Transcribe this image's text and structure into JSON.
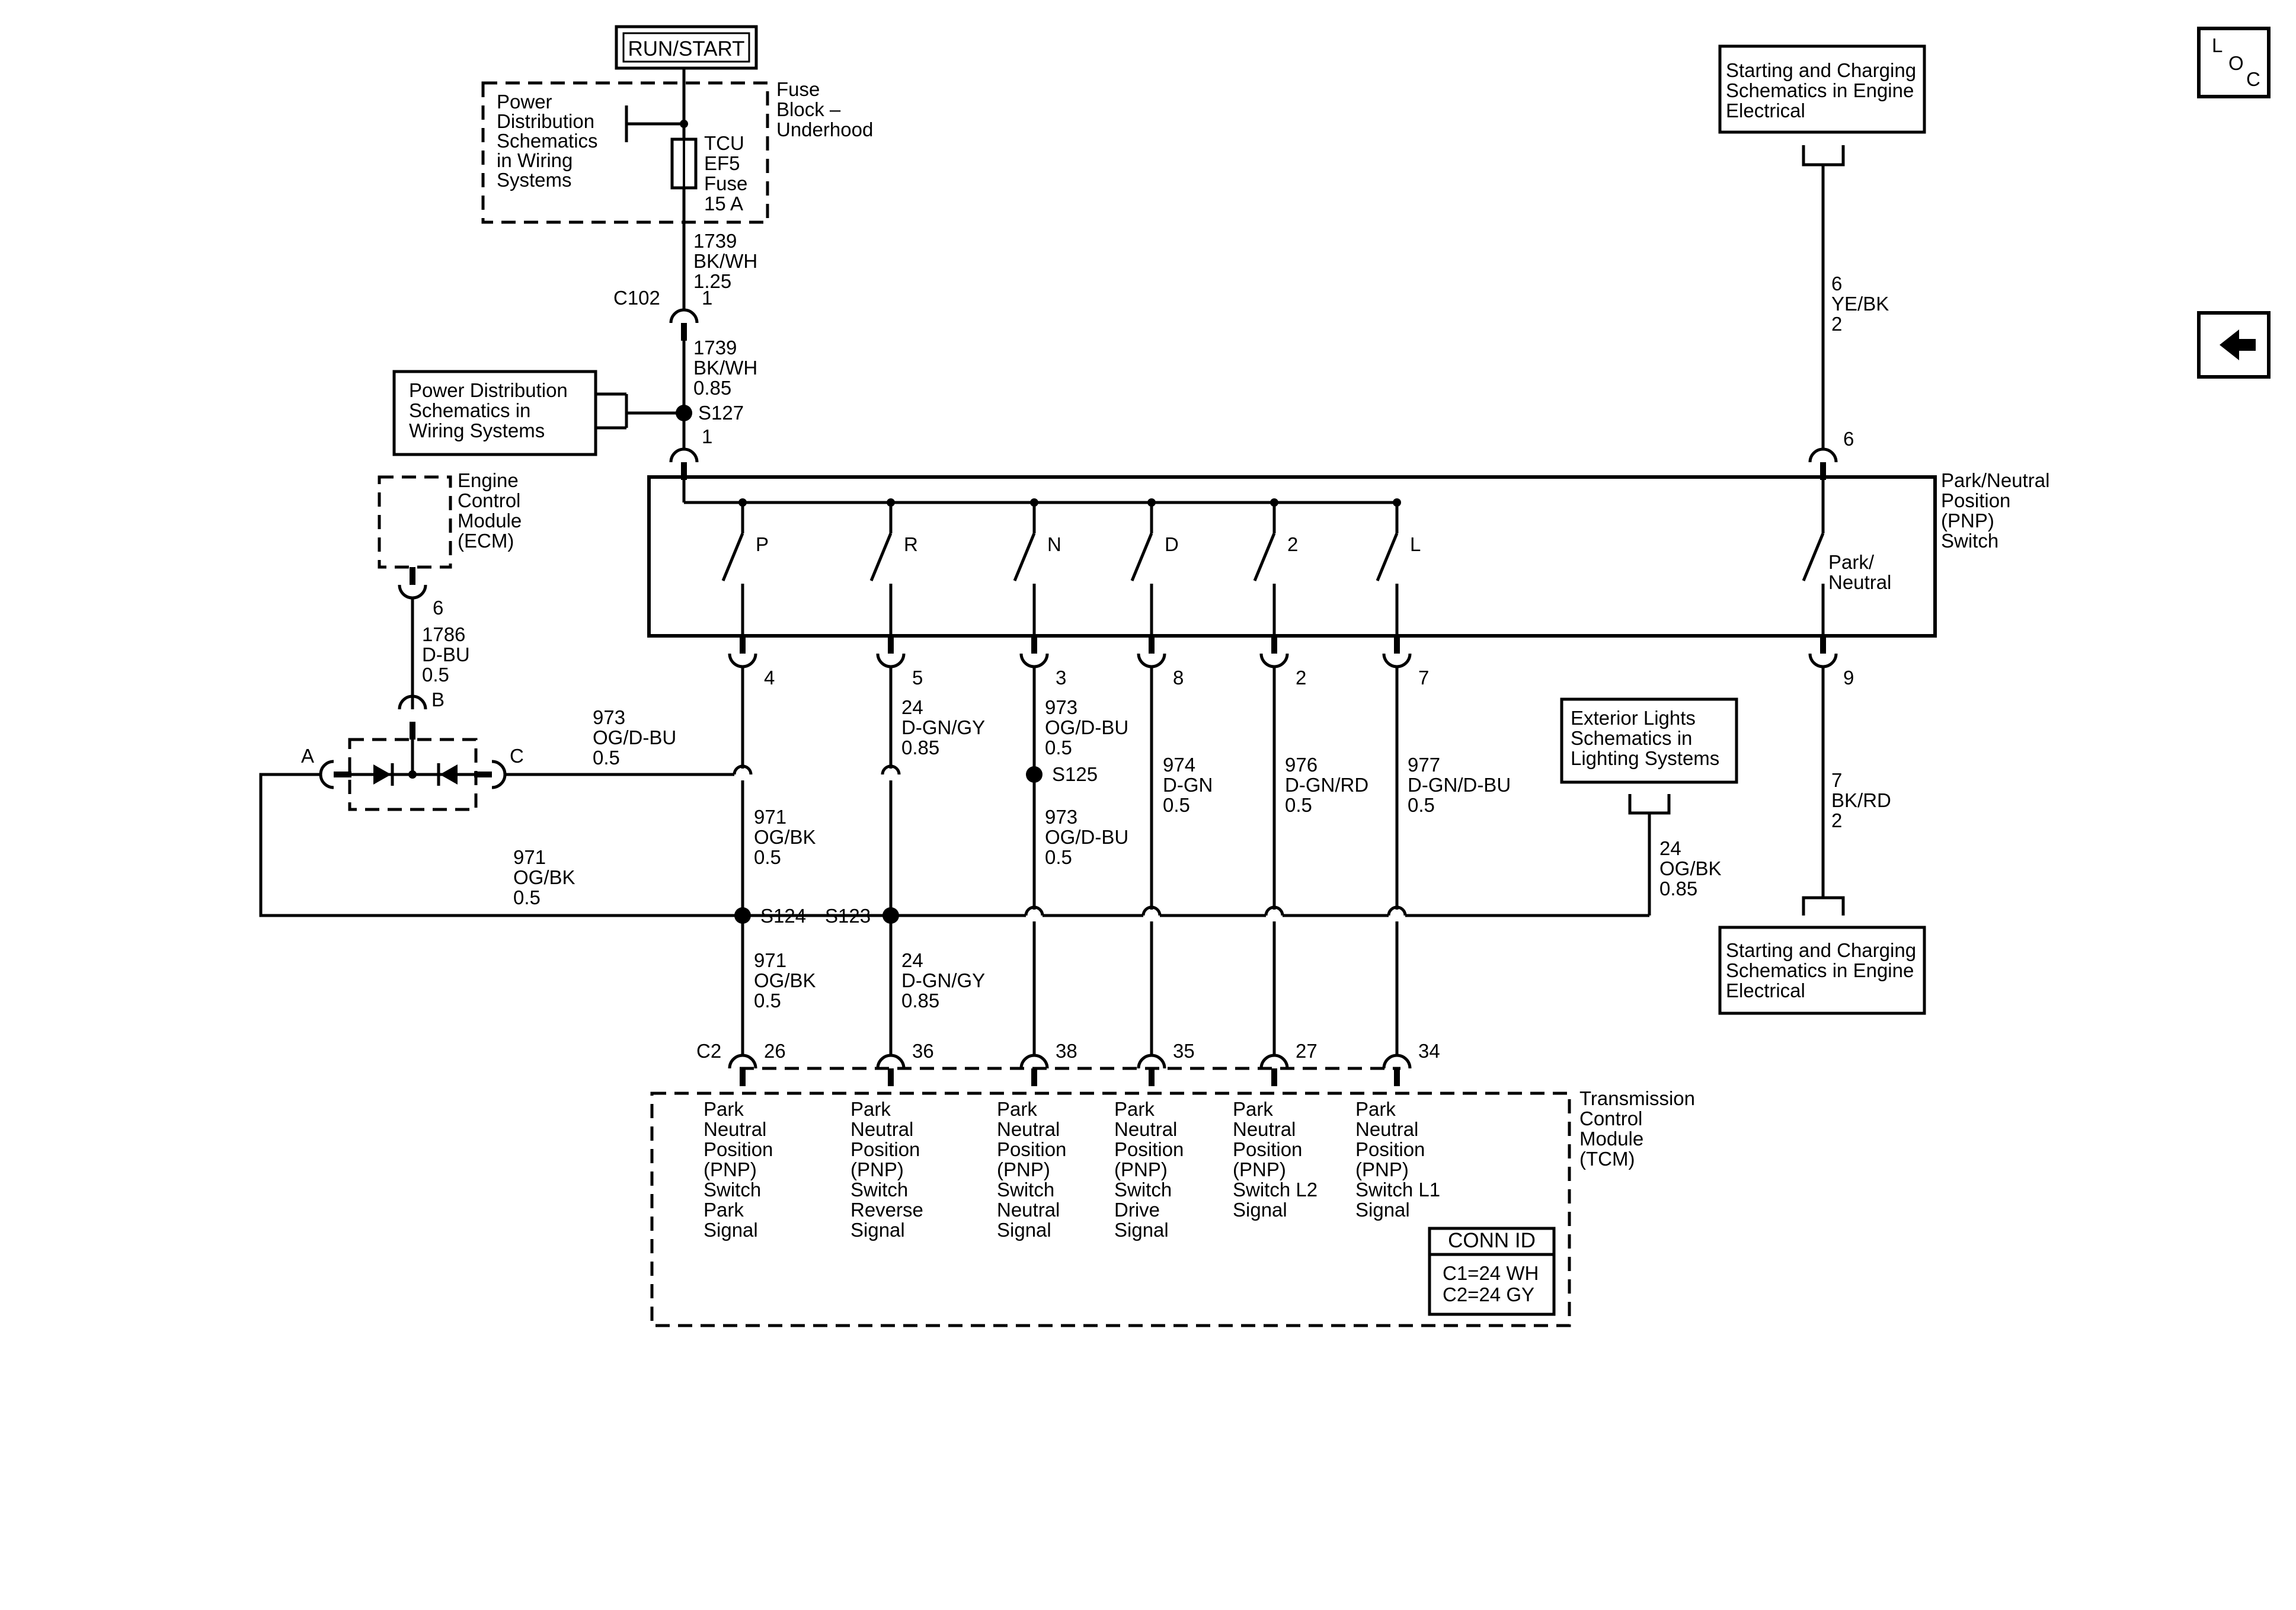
{
  "run_start": "RUN/START",
  "fuse_block": {
    "label": [
      "Fuse",
      "Block –",
      "Underhood"
    ],
    "power_ref": [
      "Power",
      "Distribution",
      "Schematics",
      "in Wiring",
      "Systems"
    ],
    "fuse": [
      "TCU",
      "EF5",
      "Fuse",
      "15 A"
    ]
  },
  "wire_1739_a": [
    "1739",
    "BK/WH",
    "1.25"
  ],
  "c102": {
    "name": "C102",
    "pin": "1"
  },
  "wire_1739_b": [
    "1739",
    "BK/WH",
    "0.85"
  ],
  "power_ref_2": [
    "Power Distribution",
    "Schematics in",
    "Wiring Systems"
  ],
  "s127": {
    "name": "S127",
    "pin": "1"
  },
  "ecm": {
    "label": [
      "Engine",
      "Control",
      "Module",
      "(ECM)"
    ],
    "pin": "6"
  },
  "wire_1786": [
    "1786",
    "D-BU",
    "0.5"
  ],
  "diode": {
    "a": "A",
    "b": "B",
    "c": "C"
  },
  "wire_973_left": [
    "973",
    "OG/D-BU",
    "0.5"
  ],
  "wire_971_left": [
    "971",
    "OG/BK",
    "0.5"
  ],
  "pnp_switch": {
    "label": [
      "Park/Neutral",
      "Position",
      "(PNP)",
      "Switch"
    ],
    "positions": [
      "P",
      "R",
      "N",
      "D",
      "2",
      "L"
    ],
    "park_neutral": [
      "Park/",
      "Neutral"
    ],
    "pins": [
      "4",
      "5",
      "3",
      "8",
      "2",
      "7"
    ],
    "pin_top_right": "6",
    "pin_bottom_right": "9"
  },
  "wire_24_a": [
    "24",
    "D-GN/GY",
    "0.85"
  ],
  "wire_973_a": [
    "973",
    "OG/D-BU",
    "0.5"
  ],
  "s125": "S125",
  "wire_971_a": [
    "971",
    "OG/BK",
    "0.5"
  ],
  "wire_973_b": [
    "973",
    "OG/D-BU",
    "0.5"
  ],
  "wire_974": [
    "974",
    "D-GN",
    "0.5"
  ],
  "wire_976": [
    "976",
    "D-GN/RD",
    "0.5"
  ],
  "wire_977": [
    "977",
    "D-GN/D-BU",
    "0.5"
  ],
  "s124": "S124",
  "s123": "S123",
  "wire_971_b": [
    "971",
    "OG/BK",
    "0.5"
  ],
  "wire_24_b": [
    "24",
    "D-GN/GY",
    "0.85"
  ],
  "exterior_lights": [
    "Exterior Lights",
    "Schematics in",
    "Lighting Systems"
  ],
  "wire_24_c": [
    "24",
    "OG/BK",
    "0.85"
  ],
  "starting_top": [
    "Starting and Charging",
    "Schematics in Engine",
    "Electrical"
  ],
  "wire_6": [
    "6",
    "YE/BK",
    "2"
  ],
  "wire_7": [
    "7",
    "BK/RD",
    "2"
  ],
  "starting_bottom": [
    "Starting and Charging",
    "Schematics in Engine",
    "Electrical"
  ],
  "tcm": {
    "label": [
      "Transmission",
      "Control",
      "Module",
      "(TCM)"
    ],
    "connector": "C2",
    "pins": [
      "26",
      "36",
      "38",
      "35",
      "27",
      "34"
    ],
    "signals": [
      [
        "Park",
        "Neutral",
        "Position",
        "(PNP)",
        "Switch",
        "Park",
        "Signal"
      ],
      [
        "Park",
        "Neutral",
        "Position",
        "(PNP)",
        "Switch",
        "Reverse",
        "Signal"
      ],
      [
        "Park",
        "Neutral",
        "Position",
        "(PNP)",
        "Switch",
        "Neutral",
        "Signal"
      ],
      [
        "Park",
        "Neutral",
        "Position",
        "(PNP)",
        "Switch",
        "Drive",
        "Signal"
      ],
      [
        "Park",
        "Neutral",
        "Position",
        "(PNP)",
        "Switch L2",
        "Signal"
      ],
      [
        "Park",
        "Neutral",
        "Position",
        "(PNP)",
        "Switch L1",
        "Signal"
      ]
    ],
    "conn_id": {
      "title": "CONN ID",
      "lines": [
        "C1=24 WH",
        "C2=24 GY"
      ]
    }
  },
  "loc_icon": {
    "letters": [
      "L",
      "O",
      "C"
    ]
  },
  "back_icon": "arrow-left-icon"
}
